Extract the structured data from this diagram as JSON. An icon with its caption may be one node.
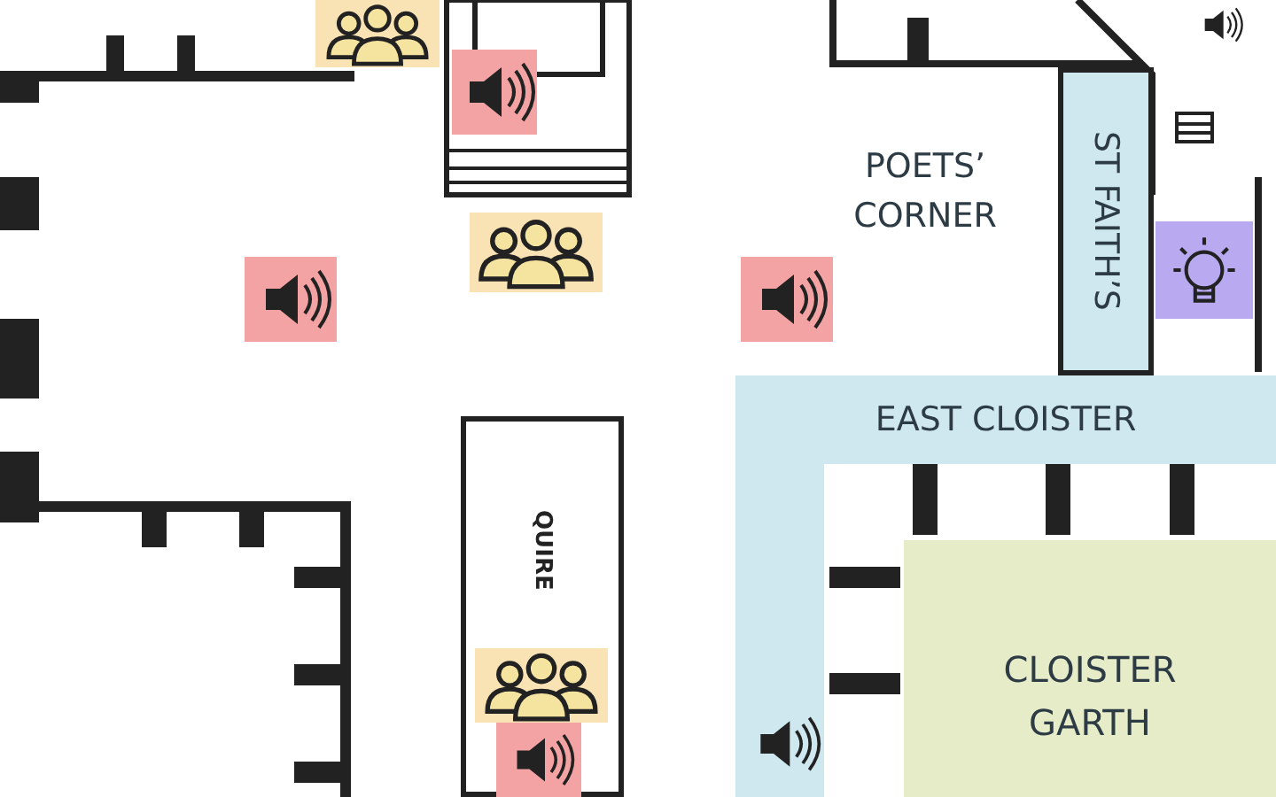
{
  "diagram": {
    "nodes": [
      {
        "text": [
          "ST FAITH’S"
        ]
      },
      {
        "text": [
          "EAST CLOISTER"
        ]
      },
      {
        "text": [
          "QUIRE"
        ]
      },
      {
        "text": [
          "CLOISTER GARTH"
        ]
      }
    ],
    "labels": [
      "POETS’ CORNER"
    ]
  }
}
